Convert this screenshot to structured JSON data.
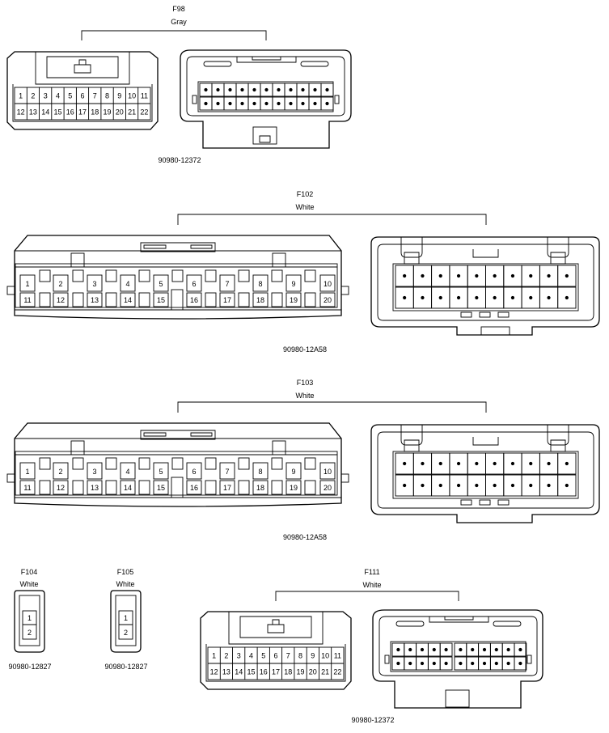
{
  "connectors": [
    {
      "id": "F98",
      "color": "Gray",
      "part": "90980-12372",
      "row1": [
        "1",
        "2",
        "3",
        "4",
        "5",
        "6",
        "7",
        "8",
        "9",
        "10",
        "11"
      ],
      "row2": [
        "12",
        "13",
        "14",
        "15",
        "16",
        "17",
        "18",
        "19",
        "20",
        "21",
        "22"
      ]
    },
    {
      "id": "F102",
      "color": "White",
      "part": "90980-12A58",
      "row1": [
        "1",
        "2",
        "3",
        "4",
        "5",
        "6",
        "7",
        "8",
        "9",
        "10"
      ],
      "row2": [
        "11",
        "12",
        "13",
        "14",
        "15",
        "16",
        "17",
        "18",
        "19",
        "20"
      ]
    },
    {
      "id": "F103",
      "color": "White",
      "part": "90980-12A58",
      "row1": [
        "1",
        "2",
        "3",
        "4",
        "5",
        "6",
        "7",
        "8",
        "9",
        "10"
      ],
      "row2": [
        "11",
        "12",
        "13",
        "14",
        "15",
        "16",
        "17",
        "18",
        "19",
        "20"
      ]
    },
    {
      "id": "F104",
      "color": "White",
      "part": "90980-12827",
      "pins": [
        "1",
        "2"
      ]
    },
    {
      "id": "F105",
      "color": "White",
      "part": "90980-12827",
      "pins": [
        "1",
        "2"
      ]
    },
    {
      "id": "F111",
      "color": "White",
      "part": "90980-12372",
      "row1": [
        "1",
        "2",
        "3",
        "4",
        "5",
        "6",
        "7",
        "8",
        "9",
        "10",
        "11"
      ],
      "row2": [
        "12",
        "13",
        "14",
        "15",
        "16",
        "17",
        "18",
        "19",
        "20",
        "21",
        "22"
      ]
    }
  ]
}
